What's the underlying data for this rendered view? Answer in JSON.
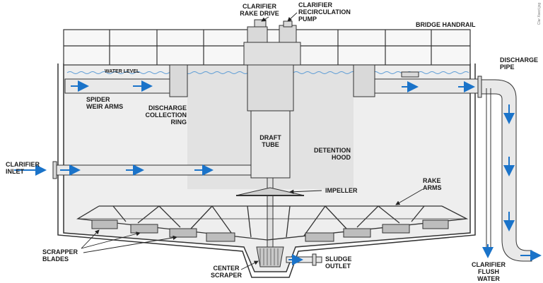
{
  "labels": {
    "rake_drive": "CLARIFIER\nRAKE DRIVE",
    "recirc_pump": "CLARIFIER\nRECIRCULATION\nPUMP",
    "bridge_handrail": "BRIDGE HANDRAIL",
    "discharge_pipe": "DISCHARGE\nPIPE",
    "water_level": "WATER LEVEL",
    "spider_weir_arms": "SPIDER\nWEIR ARMS",
    "discharge_collection_ring": "DISCHARGE\nCOLLECTION\nRING",
    "draft_tube": "DRAFT\nTUBE",
    "detention_hood": "DETENTION\nHOOD",
    "clarifier_inlet": "CLARIFIER\nINLET",
    "impeller": "IMPELLER",
    "rake_arms": "RAKE\nARMS",
    "scrapper_blades": "SCRAPPER\nBLADES",
    "center_scraper": "CENTER\nSCRAPER",
    "sludge_outlet": "SLUDGE\nOUTLET",
    "flush_water": "CLARIFIER\nFLUSH\nWATER"
  },
  "credit": "Clar Xsect.jpg",
  "colors": {
    "outline": "#333333",
    "tank_fill": "#eeeeee",
    "hood_fill": "#e4e4e4",
    "pipe_fill": "#e9e9e9",
    "equipment_fill": "#d9d9d9",
    "flow_arrow": "#1a73c9",
    "water": "#5b9bd5",
    "blade_fill": "#bdbdbd"
  }
}
